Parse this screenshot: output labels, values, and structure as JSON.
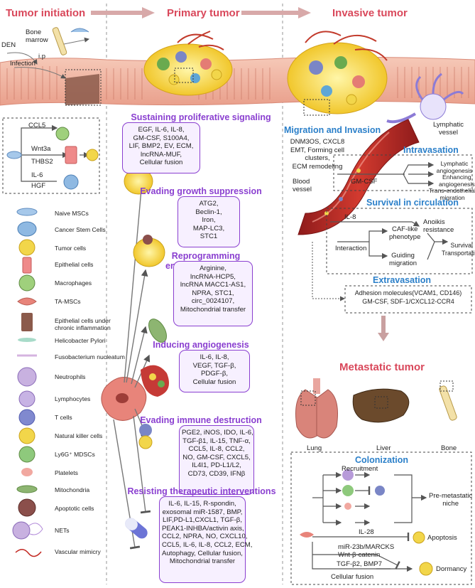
{
  "colors": {
    "red": "#d9485b",
    "purple": "#8a3fd0",
    "blue": "#2a7fc9"
  },
  "sections": {
    "initiation": "Tumor initiation",
    "primary": "Primary tumor",
    "invasive": "Invasive tumor",
    "metastatic": "Metastatic tumor"
  },
  "initiation": {
    "bone_marrow": "Bone\nmarrow",
    "den": "DEN",
    "ip": "i.p",
    "infection": "Infection",
    "ccl5": "CCL5",
    "wnt3a": "Wnt3a",
    "thbs2": "THBS2",
    "il6": "IL-6",
    "hgf": "HGF"
  },
  "legend": [
    {
      "label": "Naive MSCs",
      "icon": "naive-msc-icon"
    },
    {
      "label": "Cancer Stem Cells",
      "icon": "cancer-stem-cell-icon"
    },
    {
      "label": "Tumor cells",
      "icon": "tumor-cell-icon"
    },
    {
      "label": "Epithelial cells",
      "icon": "epithelial-cell-icon"
    },
    {
      "label": "Macrophages",
      "icon": "macrophage-icon"
    },
    {
      "label": "TA-MSCs",
      "icon": "ta-msc-icon"
    },
    {
      "label": "Epithelial cells under\nchronic inflammation",
      "icon": "inflamed-epithelial-icon"
    },
    {
      "label": "Helicobacter Pylori",
      "icon": "h-pylori-icon"
    },
    {
      "label": "Fusobacterium nucleatum",
      "icon": "fusobacterium-icon"
    },
    {
      "label": "Neutrophils",
      "icon": "neutrophil-icon"
    },
    {
      "label": "Lymphocytes",
      "icon": "lymphocyte-icon"
    },
    {
      "label": "T cells",
      "icon": "t-cell-icon"
    },
    {
      "label": "Natural killer cells",
      "icon": "nk-cell-icon"
    },
    {
      "label": "Ly6G⁺ MDSCs",
      "icon": "mdsc-icon"
    },
    {
      "label": "Platelets",
      "icon": "platelet-icon"
    },
    {
      "label": "Mitochondria",
      "icon": "mitochondria-icon"
    },
    {
      "label": "Apoptotic cells",
      "icon": "apoptotic-cell-icon"
    },
    {
      "label": "NETs",
      "icon": "nets-icon"
    },
    {
      "label": "Vascular mimicry",
      "icon": "vascular-mimicry-icon"
    }
  ],
  "hallmarks": [
    {
      "title": "Sustaining proliferative signaling",
      "text": "EGF, IL-6, IL-8,\nGM-CSF, S100A4,\nLIF, BMP2, EV, ECM,\nlncRNA-MUF,\nCellular fusion"
    },
    {
      "title": "Evading growth suppression",
      "text": "ATG2,\nBeclin-1,\nIron,\nMAP-LC3,\nSTC1"
    },
    {
      "title": "Reprogramming\nenergy metabolism",
      "text": "Arginine,\nlncRNA-HCP5,\nlncRNA MACC1-AS1,\nNPRA, STC1,\ncirc_0024107,\nMitochondrial transfer"
    },
    {
      "title": "Inducing angiogenesis",
      "text": "IL-6, IL-8,\nVEGF, TGF-β,\nPDGF-β,\nCellular fusion"
    },
    {
      "title": "Evading immune destruction",
      "text": "PGE2, iNOS, IDO, IL-6,\nTGF-β1, IL-15, TNF-α,\nCCL5, IL-8, CCL2,\nNO, GM-CSF, CXCL5,\nIL4I1, PD-L1/L2,\nCD73, CD39, IFNβ"
    },
    {
      "title": "Resisting therapeutic interventions",
      "text": "IL-6, IL-15, R-spondin,\nexosomal miR-1587, BMP,\nLIF,PD-L1,CXCL1, TGF-β,\nPEAK1-INHBA/activin axis,\nCCL2, NPRA, NO, CXCL10,\nCCL5, IL-6, IL-8, CCL2, ECM,\nAutophagy, Cellular fusion,\nMitochondrial transfer"
    }
  ],
  "invasive": {
    "migration_title": "Migration and Invasion",
    "migration_text": "DNM3OS, CXCL8\nEMT, Forming cell\nclusters,\nECM remodeling",
    "lymphatic_vessel": "Lymphatic\nvessel",
    "blood_vessel": "Blood\nvessel",
    "intravasation_title": "Intravasation",
    "intravasation_cytokine": "GM-CSF",
    "intravasation_outcomes": [
      "Lymphatic\nangiogenesis",
      "Enhancing\nangiogenesis",
      "Trans-endothelial\nmigration"
    ],
    "survival_title": "Survival in circulation",
    "survival_il8": "IL-8",
    "survival_anoikis": "Anoikis resistance",
    "survival_interaction": "Interaction",
    "survival_caf": "CAF-like\nphenotype",
    "survival_guiding": "Guiding\nmigration",
    "survival_transport": "Survival\nTransportation",
    "extravasation_title": "Extravasation",
    "extravasation_text": "Adhesion molecules(VCAM1, CD146)\nGM-CSF, SDF-1/CXCL12-CCR4"
  },
  "metastatic": {
    "organs": [
      "Lung",
      "Liver",
      "Bone"
    ],
    "colonization_title": "Colonization",
    "recruitment": "Recruitment",
    "pre_metastatic": "Pre-metastatic\nniche",
    "il28": "IL-28",
    "apoptosis": "Apoptosis",
    "dormancy_factors": "miR-23b/MARCKS\nWnt-β-catenin",
    "tgf": "TGF-β2, BMP7",
    "fusion": "Cellular fusion",
    "dormancy": "Dormancy"
  }
}
